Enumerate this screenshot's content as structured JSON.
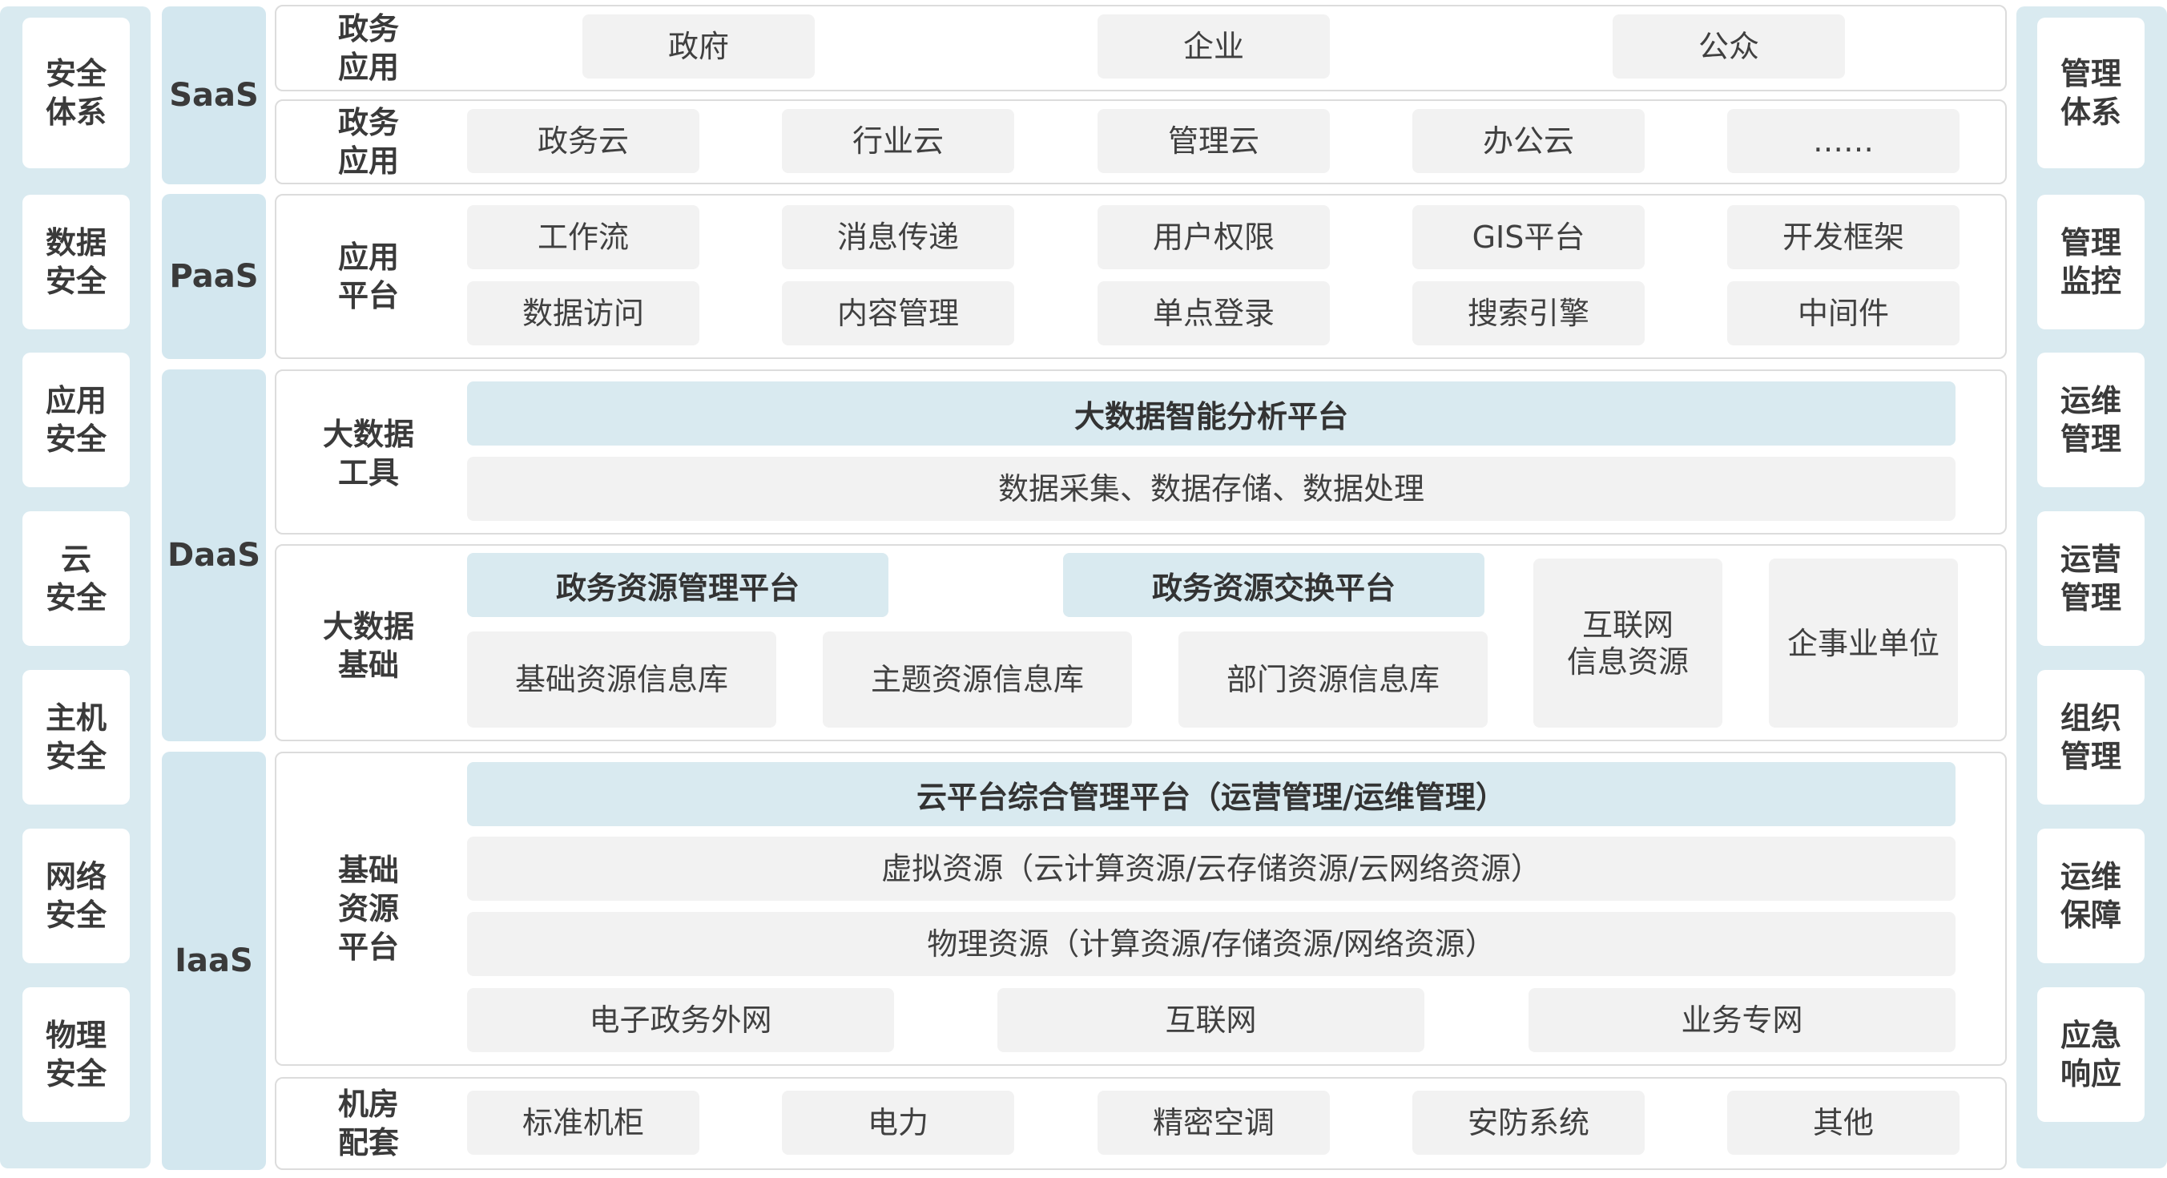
{
  "security": {
    "items": [
      "安全\n体系",
      "数据\n安全",
      "应用\n安全",
      "云\n安全",
      "主机\n安全",
      "网络\n安全",
      "物理\n安全"
    ]
  },
  "management": {
    "items": [
      "管理\n体系",
      "管理\n监控",
      "运维\n管理",
      "运营\n管理",
      "组织\n管理",
      "运维\n保障",
      "应急\n响应"
    ]
  },
  "layers": {
    "saas": "SaaS",
    "paas": "PaaS",
    "daas": "DaaS",
    "iaas": "IaaS"
  },
  "rows": {
    "gov_users": {
      "label": "政务\n应用",
      "items": [
        "政府",
        "企业",
        "公众"
      ]
    },
    "gov_cloud": {
      "label": "政务\n应用",
      "items": [
        "政务云",
        "行业云",
        "管理云",
        "办公云",
        "……"
      ]
    },
    "app_platform": {
      "label": "应用\n平台",
      "row1": [
        "工作流",
        "消息传递",
        "用户权限",
        "GIS平台",
        "开发框架"
      ],
      "row2": [
        "数据访问",
        "内容管理",
        "单点登录",
        "搜索引擎",
        "中间件"
      ]
    },
    "bigdata_tools": {
      "label": "大数据\n工具",
      "highlight": "大数据智能分析平台",
      "sub": "数据采集、数据存储、数据处理"
    },
    "bigdata_base": {
      "label": "大数据\n基础",
      "hl1": "政务资源管理平台",
      "hl2": "政务资源交换平台",
      "libs": [
        "基础资源信息库",
        "主题资源信息库",
        "部门资源信息库"
      ],
      "internet": "互联网\n信息资源",
      "enterprise": "企事业单位"
    },
    "infra": {
      "label": "基础\n资源\n平台",
      "highlight": "云平台综合管理平台（运营管理/运维管理）",
      "virtual": "虚拟资源（云计算资源/云存储资源/云网络资源）",
      "physical": "物理资源（计算资源/存储资源/网络资源）",
      "networks": [
        "电子政务外网",
        "互联网",
        "业务专网"
      ]
    },
    "facility": {
      "label": "机房\n配套",
      "items": [
        "标准机柜",
        "电力",
        "精密空调",
        "安防系统",
        "其他"
      ]
    }
  }
}
